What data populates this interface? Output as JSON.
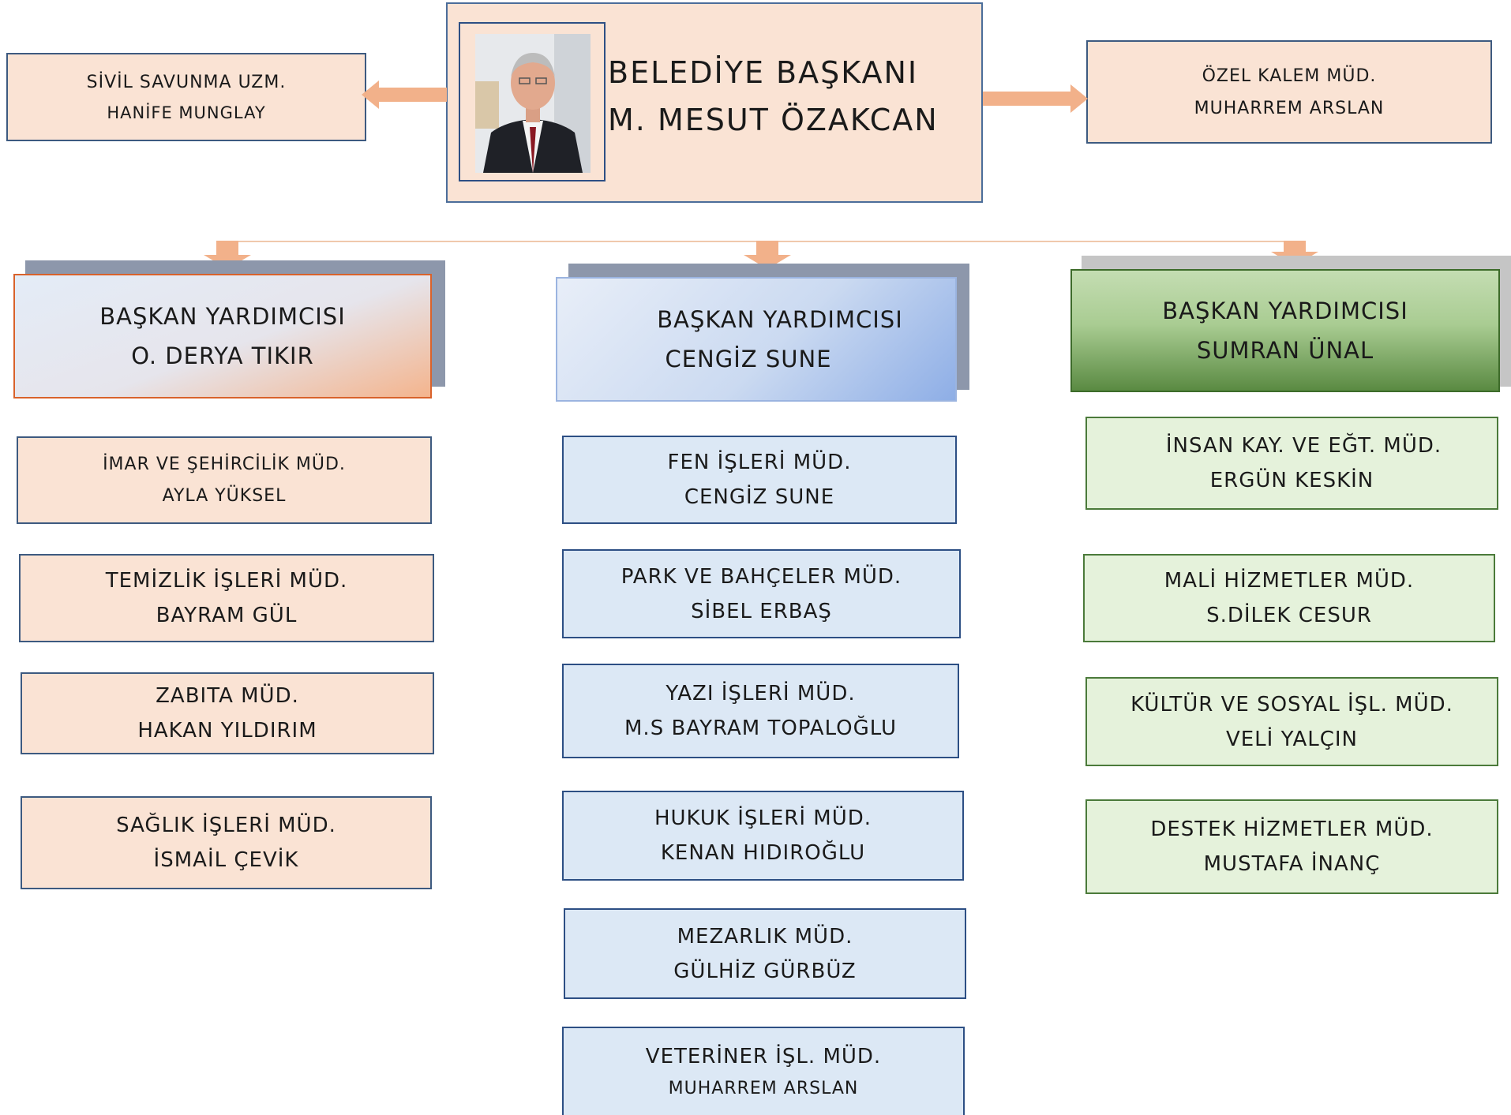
{
  "mayor": {
    "title": "BELEDİYE BAŞKANI",
    "name": "M. MESUT ÖZAKCAN"
  },
  "left_top": {
    "title": "SİVİL SAVUNMA UZM.",
    "name": "HANİFE MUNGLAY"
  },
  "right_top": {
    "title": "ÖZEL KALEM MÜD.",
    "name": "MUHARREM ARSLAN"
  },
  "deputies": [
    {
      "title": "BAŞKAN YARDIMCISI",
      "name": "O. DERYA TIKIR"
    },
    {
      "title": "BAŞKAN YARDIMCISI",
      "name": "CENGİZ SUNE"
    },
    {
      "title": "BAŞKAN YARDIMCISI",
      "name": "SUMRAN ÜNAL"
    }
  ],
  "col1": [
    {
      "title": "İMAR VE ŞEHİRCİLİK MÜD.",
      "name": "AYLA YÜKSEL"
    },
    {
      "title": "TEMİZLİK İŞLERİ MÜD.",
      "name": "BAYRAM GÜL"
    },
    {
      "title": "ZABITA MÜD.",
      "name": "HAKAN YILDIRIM"
    },
    {
      "title": "SAĞLIK İŞLERİ MÜD.",
      "name": "İSMAİL ÇEVİK"
    }
  ],
  "col2": [
    {
      "title": "FEN İŞLERİ MÜD.",
      "name": "CENGİZ SUNE"
    },
    {
      "title": "PARK VE BAHÇELER MÜD.",
      "name": "SİBEL ERBAŞ"
    },
    {
      "title": "YAZI İŞLERİ MÜD.",
      "name": "M.S BAYRAM TOPALOĞLU"
    },
    {
      "title": "HUKUK İŞLERİ MÜD.",
      "name": "KENAN HIDIROĞLU"
    },
    {
      "title": "MEZARLIK MÜD.",
      "name": "GÜLHİZ GÜRBÜZ"
    },
    {
      "title": "VETERİNER İŞL. MÜD.",
      "name": "MUHARREM ARSLAN"
    }
  ],
  "col3": [
    {
      "title": "İNSAN KAY. VE EĞT. MÜD.",
      "name": "ERGÜN KESKİN"
    },
    {
      "title": "MALİ HİZMETLER MÜD.",
      "name": "S.DİLEK CESUR"
    },
    {
      "title": "KÜLTÜR VE SOSYAL İŞL. MÜD.",
      "name": "VELİ YALÇIN"
    },
    {
      "title": "DESTEK HİZMETLER MÜD.",
      "name": "MUSTAFA İNANÇ"
    }
  ],
  "colors": {
    "peach": "#fae3d4",
    "blue": "#dce8f5",
    "green": "#e5f2db",
    "arrow": "#f2b18a"
  }
}
